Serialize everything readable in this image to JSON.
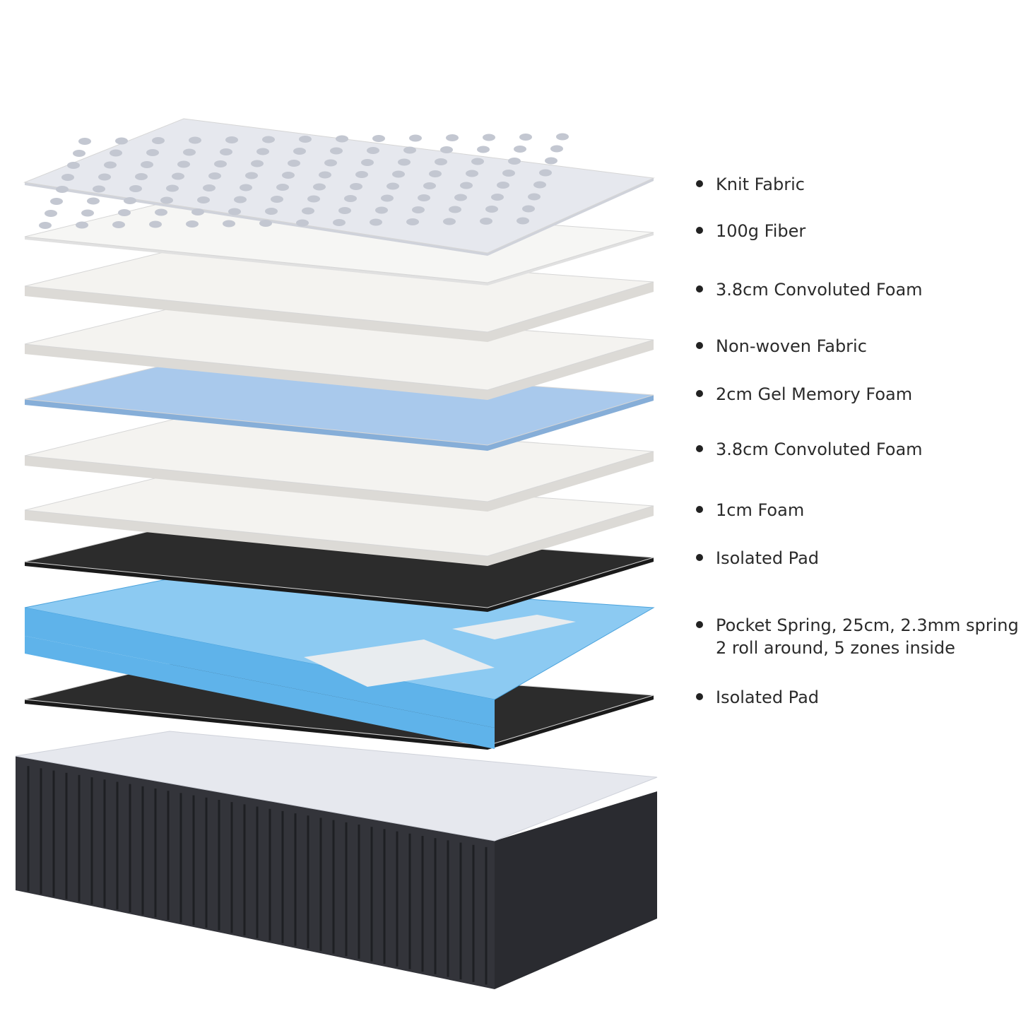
{
  "layers": [
    {
      "label": "Knit Fabric"
    },
    {
      "label": "100g Fiber"
    },
    {
      "label": "3.8cm Convoluted Foam"
    },
    {
      "label": "Non-woven Fabric"
    },
    {
      "label": "2cm Gel Memory Foam"
    },
    {
      "label": "3.8cm Convoluted Foam"
    },
    {
      "label": "1cm Foam"
    },
    {
      "label": "Isolated Pad"
    },
    {
      "label": "Pocket Spring, 25cm, 2.3mm spring",
      "label2": "2 roll around, 5 zones inside"
    },
    {
      "label": "Isolated Pad"
    }
  ],
  "colors": {
    "knit": "#e6e8ee",
    "foam": "#f4f3f0",
    "gel": "#a9c9ec",
    "pad": "#2c2c2c",
    "spring": "#5fb3ea",
    "border": "#33343a"
  }
}
